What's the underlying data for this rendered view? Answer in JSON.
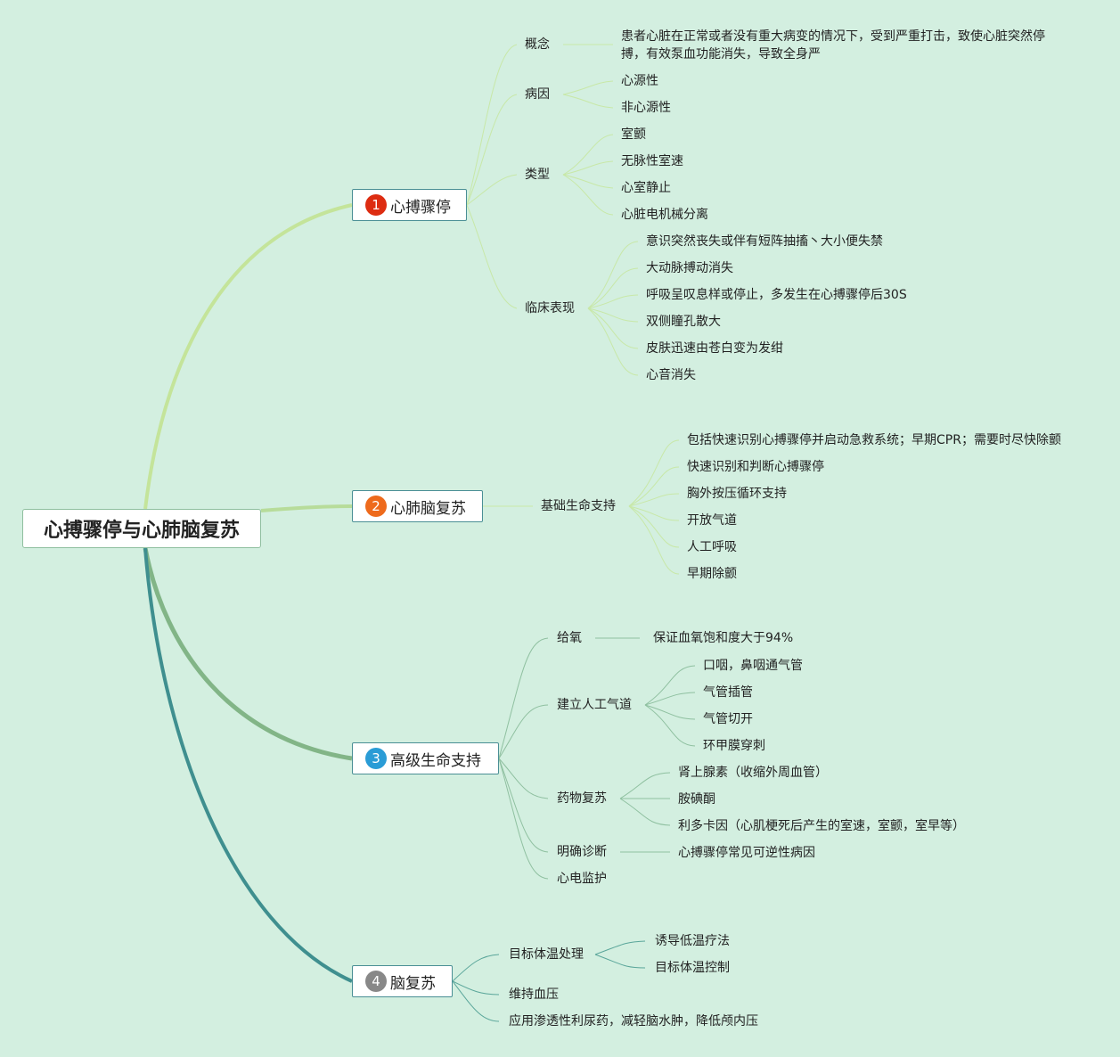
{
  "root": "心搏骤停与心肺脑复苏",
  "colors": {
    "b1": "#dd2c11",
    "b2": "#ee6a1c",
    "b3": "#2a9cd6",
    "b4": "#888888"
  },
  "branches": [
    {
      "num": "1",
      "label": "心搏骤停"
    },
    {
      "num": "2",
      "label": "心肺脑复苏"
    },
    {
      "num": "3",
      "label": "高级生命支持"
    },
    {
      "num": "4",
      "label": "脑复苏"
    }
  ],
  "b1": {
    "concept": {
      "label": "概念",
      "text": "患者心脏在正常或者没有重大病变的情况下，受到严重打击，致使心脏突然停搏，有效泵血功能消失，导致全身严"
    },
    "cause": {
      "label": "病因",
      "items": [
        "心源性",
        "非心源性"
      ]
    },
    "type": {
      "label": "类型",
      "items": [
        "室颤",
        "无脉性室速",
        "心室静止",
        "心脏电机械分离"
      ]
    },
    "clinical": {
      "label": "临床表现",
      "items": [
        "意识突然丧失或伴有短阵抽搐丶大小便失禁",
        "大动脉搏动消失",
        "呼吸呈叹息样或停止，多发生在心搏骤停后30S",
        "双侧瞳孔散大",
        "皮肤迅速由苍白变为发绀",
        "心音消失"
      ]
    }
  },
  "b2": {
    "bls": {
      "label": "基础生命支持",
      "items": [
        "包括快速识别心搏骤停并启动急救系统；早期CPR；需要时尽快除颤",
        "快速识别和判断心搏骤停",
        "胸外按压循环支持",
        "开放气道",
        "人工呼吸",
        "早期除颤"
      ]
    }
  },
  "b3": {
    "oxygen": {
      "label": "给氧",
      "text": "保证血氧饱和度大于94%"
    },
    "airway": {
      "label": "建立人工气道",
      "items": [
        "口咽，鼻咽通气管",
        "气管插管",
        "气管切开",
        "环甲膜穿刺"
      ]
    },
    "drug": {
      "label": "药物复苏",
      "items": [
        "肾上腺素（收缩外周血管）",
        "胺碘酮",
        "利多卡因（心肌梗死后产生的室速，室颤，室早等）"
      ]
    },
    "diag": {
      "label": "明确诊断",
      "text": "心搏骤停常见可逆性病因"
    },
    "ecg": {
      "label": "心电监护"
    }
  },
  "b4": {
    "temp": {
      "label": "目标体温处理",
      "items": [
        "诱导低温疗法",
        "目标体温控制"
      ]
    },
    "bp": {
      "label": "维持血压"
    },
    "drug": {
      "label": "应用渗透性利尿药，减轻脑水肿，降低颅内压"
    }
  }
}
